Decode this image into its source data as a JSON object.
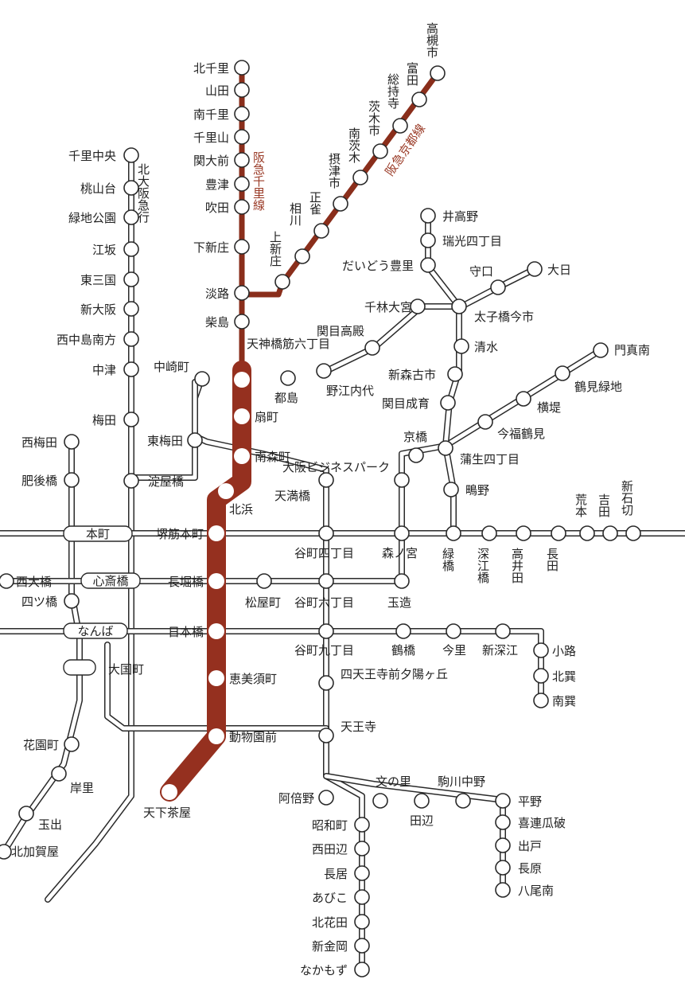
{
  "colors": {
    "sakaisuji_line": "#95301f",
    "hankyu": "#8a2e1b",
    "hankyu_text": "#9a3a26",
    "other_lines": "#2a2a2a"
  },
  "lines": {
    "hankyu_senri": "阪急千里線",
    "hankyu_kyoto": "阪急京都線",
    "kita_osaka_kyuko": "北大阪急行"
  },
  "stations": {
    "kitasenri": "北千里",
    "yamada": "山田",
    "minamisenri": "南千里",
    "senriyama": "千里山",
    "kandaimae": "関大前",
    "toyotsu": "豊津",
    "suita": "吹田",
    "shimoshinjo": "下新庄",
    "awaji": "淡路",
    "kunijima": "柴島",
    "tenjinbashi": "天神橋筋六丁目",
    "ogimachi": "扇町",
    "minamimorimachi": "南森町",
    "kitahama": "北浜",
    "sakaisuji_honmachi": "堺筋本町",
    "nagahoribashi": "長堀橋",
    "nipponbashi": "日本橋",
    "ebisucho": "恵美須町",
    "dobutsuen": "動物園前",
    "tengachaya": "天下茶屋",
    "kamishinjo": "上新庄",
    "aikawa": "相川",
    "shojaku": "正雀",
    "settsushi": "摂津市",
    "minamiibaraki": "南茨木",
    "ibarakishi": "茨木市",
    "sojiji": "総持寺",
    "tonda": "富田",
    "takatsukishi": "高槻市",
    "senrichuo": "千里中央",
    "momoyamadai": "桃山台",
    "ryokuchikoen": "緑地公園",
    "esaka": "江坂",
    "higashimikuni": "東三国",
    "shinosaka": "新大阪",
    "nishinakajima": "西中島南方",
    "nakatsu": "中津",
    "umeda": "梅田",
    "yodoyabashi": "淀屋橋",
    "honmachi": "本町",
    "shinsaibashi": "心斎橋",
    "namba": "なんば",
    "daikokucho": "大国町",
    "nishiumeda": "西梅田",
    "higobashi": "肥後橋",
    "nishiohashi": "西大橋",
    "yotsubashi": "四ツ橋",
    "hanazonocho": "花園町",
    "kishinosato": "岸里",
    "tamade": "玉出",
    "kitakagaya": "北加賀屋",
    "nakazakicho": "中崎町",
    "higashiumeda": "東梅田",
    "miyakojima": "都島",
    "temmabashi": "天満橋",
    "tanimachi4": "谷町四丁目",
    "tanimachi6": "谷町六丁目",
    "tanimachi9": "谷町九丁目",
    "matsuyamachi": "松屋町",
    "shitennoji": "四天王寺前夕陽ヶ丘",
    "tennoji": "天王寺",
    "abeno": "阿倍野",
    "showacho": "昭和町",
    "nishitanabe": "西田辺",
    "nagai": "長居",
    "abiko": "あびこ",
    "kitahanada": "北花田",
    "shinkanaoka": "新金岡",
    "nakamozu": "なかもず",
    "morinomiya": "森ノ宮",
    "tamatsukuri": "玉造",
    "tsuruhashi": "鶴橋",
    "imazato": "今里",
    "shinfukae": "新深江",
    "shoji": "小路",
    "kitatatsumi": "北巽",
    "minamitatsumi": "南巽",
    "bunnosato": "文の里",
    "komagawa": "駒川中野",
    "tanabe": "田辺",
    "hirano": "平野",
    "kirekuriharu": "喜連瓜破",
    "deto": "出戸",
    "nagahara": "長原",
    "yaominami": "八尾南",
    "idaka": "井高野",
    "zuiko": "瑞光四丁目",
    "daido": "だいどう豊里",
    "moriguchi": "守口",
    "dainichi": "大日",
    "sembayashi": "千林大宮",
    "taishibashi": "太子橋今市",
    "sekime_takadono": "関目高殿",
    "shimizu": "清水",
    "shinmori": "新森古市",
    "nodauchindai": "野江内代",
    "sekime_seiiku": "関目成育",
    "kyobashi": "京橋",
    "gamo": "蒲生四丁目",
    "shigino": "鴫野",
    "obp": "大阪ビジネスパーク",
    "midoribashi": "緑橋",
    "fukae": "深江橋",
    "takaida": "高井田",
    "nagata": "長田",
    "aramoto": "荒本",
    "yoshita": "吉田",
    "shinishikiri": "新石切",
    "kadomaminami": "門真南",
    "tsurumi": "鶴見緑地",
    "yokozutsumi": "横堤",
    "imafuku": "今福鶴見"
  }
}
